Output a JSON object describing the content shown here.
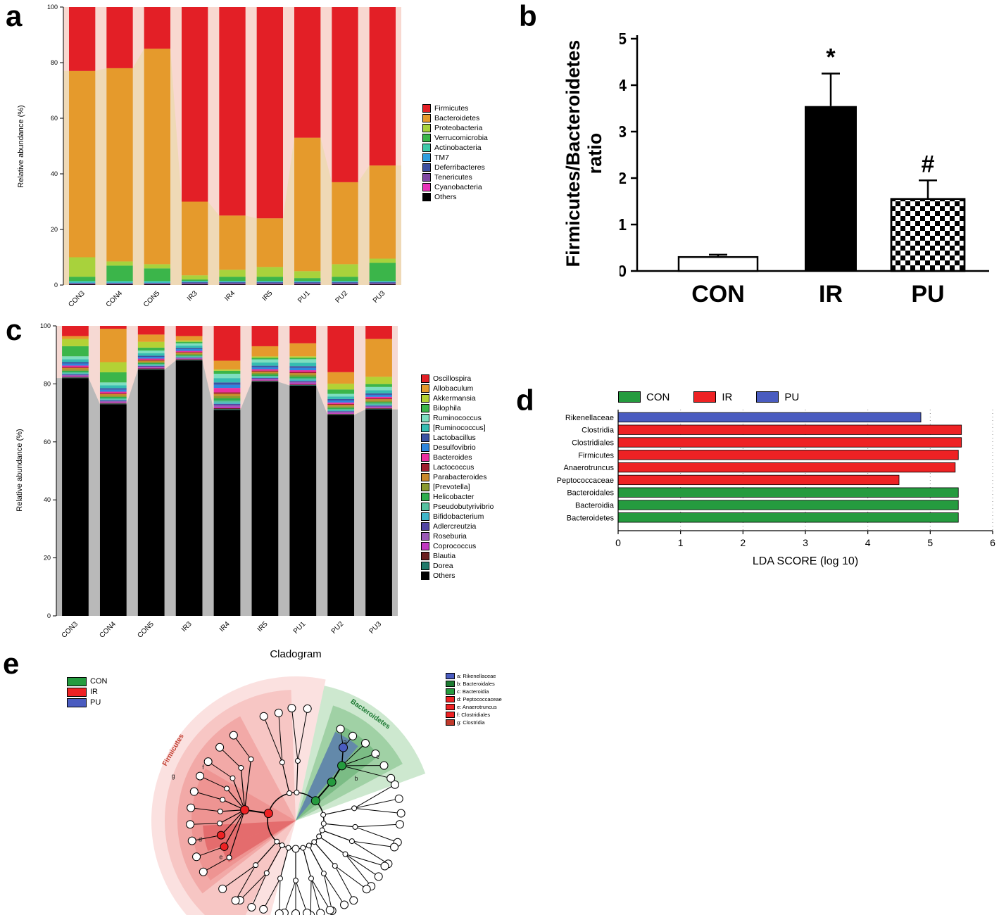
{
  "panel_letters": {
    "a": "a",
    "b": "b",
    "c": "c",
    "d": "d",
    "e": "e"
  },
  "chart_data": [
    {
      "id": "phylum_stacked",
      "type": "bar",
      "stacked": true,
      "ylabel": "Relative abundance (%)",
      "ylim": [
        0,
        100
      ],
      "yticks": [
        0,
        20,
        40,
        60,
        80,
        100
      ],
      "legend_position": "right",
      "grid": false,
      "bg_color": "#f8d8d0",
      "band_mode": "exclude_top",
      "band_color": "#efd9b6",
      "categories": [
        "CON3",
        "CON4",
        "CON5",
        "IR3",
        "IR4",
        "IR5",
        "PU1",
        "PU2",
        "PU3"
      ],
      "series": [
        {
          "name": "Firmicutes",
          "color": "#e31f26",
          "values": [
            23,
            22,
            15,
            70,
            75,
            76,
            47,
            63,
            57
          ]
        },
        {
          "name": "Bacteroidetes",
          "color": "#e59a2c",
          "values": [
            67,
            69.5,
            77.5,
            26.5,
            19.5,
            17.5,
            48,
            29.5,
            33.5
          ]
        },
        {
          "name": "Proteobacteria",
          "color": "#a8d23c",
          "values": [
            7,
            1.5,
            1.5,
            1.5,
            2.5,
            3.5,
            2.5,
            4.5,
            1.5
          ]
        },
        {
          "name": "Verrucomicrobia",
          "color": "#3bb54a",
          "values": [
            1.5,
            5.5,
            4.5,
            0.5,
            1.5,
            1.5,
            1,
            1.5,
            6.5
          ]
        },
        {
          "name": "Actinobacteria",
          "color": "#3fc9a9",
          "values": [
            0.6,
            0.6,
            0.6,
            0.3,
            0.3,
            0.3,
            0.3,
            0.3,
            0.3
          ]
        },
        {
          "name": "TM7",
          "color": "#2f9fe0",
          "values": [
            0.2,
            0.2,
            0.2,
            0.2,
            0.2,
            0.2,
            0.2,
            0.2,
            0.2
          ]
        },
        {
          "name": "Deferribacteres",
          "color": "#3c4fa1",
          "values": [
            0.2,
            0.2,
            0.2,
            0.4,
            0.4,
            0.4,
            0.4,
            0.4,
            0.4
          ]
        },
        {
          "name": "Tenericutes",
          "color": "#8048a3",
          "values": [
            0.1,
            0.1,
            0.1,
            0.2,
            0.2,
            0.2,
            0.2,
            0.2,
            0.2
          ]
        },
        {
          "name": "Cyanobacteria",
          "color": "#e833b8",
          "values": [
            0.1,
            0.1,
            0.1,
            0.1,
            0.1,
            0.1,
            0.1,
            0.1,
            0.1
          ]
        },
        {
          "name": "Others",
          "color": "#000000",
          "values": [
            0.3,
            0.3,
            0.3,
            0.3,
            0.3,
            0.3,
            0.3,
            0.3,
            0.3
          ]
        }
      ]
    },
    {
      "id": "fb_ratio",
      "type": "bar",
      "ylabel": "Firmicutes/Bacteroidetes ratio",
      "ylim": [
        0,
        5
      ],
      "yticks": [
        0,
        1,
        2,
        3,
        4,
        5
      ],
      "categories": [
        "CON",
        "IR",
        "PU"
      ],
      "values": [
        0.3,
        3.55,
        1.55
      ],
      "errors": [
        0.05,
        0.7,
        0.4
      ],
      "annotations": [
        "",
        "*",
        "#"
      ],
      "bar_styles": [
        "white",
        "black",
        "checker"
      ]
    },
    {
      "id": "genus_stacked",
      "type": "bar",
      "stacked": true,
      "ylabel": "Relative abundance (%)",
      "ylim": [
        0,
        100
      ],
      "yticks": [
        0,
        20,
        40,
        60,
        80,
        100
      ],
      "legend_position": "right",
      "grid": false,
      "bg_color": "#f6d9d3",
      "band_mode": "bottom",
      "band_color": "#b9b9b9",
      "categories": [
        "CON3",
        "CON4",
        "CON5",
        "IR3",
        "IR4",
        "IR5",
        "PU1",
        "PU2",
        "PU3"
      ],
      "series": [
        {
          "name": "Oscillospira",
          "color": "#e31f26",
          "values": [
            3.5,
            1.0,
            3.0,
            3.5,
            12,
            7,
            6,
            16,
            4.5
          ]
        },
        {
          "name": "Allobaculum",
          "color": "#e59a2c",
          "values": [
            1.0,
            11.5,
            2.5,
            1.5,
            3,
            3.5,
            4.5,
            4,
            13
          ]
        },
        {
          "name": "Akkermansia",
          "color": "#b3d235",
          "values": [
            2.5,
            3.5,
            2.0,
            0.5,
            0.5,
            0.5,
            0.5,
            2,
            2.5
          ]
        },
        {
          "name": "Bilophila",
          "color": "#3bb54a",
          "values": [
            3.5,
            3.5,
            1.0,
            0.5,
            1,
            0.5,
            0.5,
            1.5,
            1
          ]
        },
        {
          "name": "Ruminococcus",
          "color": "#7ddfc0",
          "values": [
            1.0,
            1.0,
            0.9,
            0.8,
            1.5,
            1.1,
            1.2,
            0.9,
            1.1
          ]
        },
        {
          "name": "[Ruminococcus]",
          "color": "#35bdb2",
          "values": [
            1.0,
            1.0,
            0.9,
            0.8,
            1.5,
            1.1,
            1.2,
            0.9,
            1.1
          ]
        },
        {
          "name": "Lactobacillus",
          "color": "#3a53a4",
          "values": [
            0.5,
            0.5,
            0.4,
            0.4,
            0.8,
            0.5,
            0.6,
            0.5,
            0.5
          ]
        },
        {
          "name": "Desulfovibrio",
          "color": "#2e86de",
          "values": [
            0.7,
            0.7,
            0.6,
            0.6,
            1.1,
            0.7,
            0.8,
            0.7,
            0.7
          ]
        },
        {
          "name": "Bacteroides",
          "color": "#ec2fa0",
          "values": [
            0.5,
            0.5,
            0.4,
            0.4,
            1.5,
            0.5,
            0.6,
            0.5,
            0.5
          ]
        },
        {
          "name": "Lactococcus",
          "color": "#9e1f2e",
          "values": [
            0.3,
            0.3,
            0.3,
            0.2,
            0.5,
            0.3,
            0.4,
            0.3,
            0.3
          ]
        },
        {
          "name": "Parabacteroides",
          "color": "#c98a2b",
          "values": [
            0.5,
            0.5,
            0.4,
            0.4,
            0.8,
            0.5,
            0.6,
            0.5,
            0.5
          ]
        },
        {
          "name": "[Prevotella]",
          "color": "#8a9a2f",
          "values": [
            0.5,
            0.5,
            0.4,
            0.4,
            0.8,
            0.5,
            0.6,
            0.5,
            0.5
          ]
        },
        {
          "name": "Helicobacter",
          "color": "#2eae4e",
          "values": [
            0.5,
            0.5,
            0.4,
            0.4,
            0.8,
            0.5,
            0.6,
            0.5,
            0.5
          ]
        },
        {
          "name": "Pseudobutyrivibrio",
          "color": "#55c1a0",
          "values": [
            0.4,
            0.4,
            0.3,
            0.3,
            0.6,
            0.4,
            0.5,
            0.4,
            0.4
          ]
        },
        {
          "name": "Bifidobacterium",
          "color": "#3fb6c9",
          "values": [
            0.3,
            0.3,
            0.3,
            0.2,
            0.5,
            0.3,
            0.4,
            0.3,
            0.3
          ]
        },
        {
          "name": "Adlercreutzia",
          "color": "#5246a3",
          "values": [
            0.3,
            0.3,
            0.3,
            0.2,
            0.5,
            0.3,
            0.4,
            0.3,
            0.3
          ]
        },
        {
          "name": "Roseburia",
          "color": "#9b59b6",
          "values": [
            0.3,
            0.3,
            0.3,
            0.2,
            0.5,
            0.3,
            0.4,
            0.3,
            0.3
          ]
        },
        {
          "name": "Coprococcus",
          "color": "#c13ac1",
          "values": [
            0.3,
            0.3,
            0.3,
            0.2,
            0.5,
            0.3,
            0.4,
            0.3,
            0.3
          ]
        },
        {
          "name": "Blautia",
          "color": "#6b1f1f",
          "values": [
            0.2,
            0.2,
            0.2,
            0.2,
            0.3,
            0.2,
            0.2,
            0.2,
            0.2
          ]
        },
        {
          "name": "Dorea",
          "color": "#1f7a6b",
          "values": [
            0.2,
            0.2,
            0.2,
            0.2,
            0.3,
            0.2,
            0.2,
            0.2,
            0.2
          ]
        },
        {
          "name": "Others",
          "color": "#000000",
          "values": [
            82,
            73,
            85,
            88,
            71,
            80.5,
            79.5,
            69.5,
            71
          ]
        }
      ]
    },
    {
      "id": "lda_scores",
      "type": "bar",
      "orientation": "horizontal",
      "xlabel": "LDA SCORE (log 10)",
      "xlim": [
        0,
        6
      ],
      "xticks": [
        0,
        1,
        2,
        3,
        4,
        5,
        6
      ],
      "categories": [
        "Rikenellaceae",
        "Clostridia",
        "Clostridiales",
        "Firmicutes",
        "Anaerotruncus",
        "Peptococcaceae",
        "Bacteroidales",
        "Bacteroidia",
        "Bacteroidetes"
      ],
      "values": [
        4.85,
        5.5,
        5.5,
        5.45,
        5.4,
        4.5,
        5.45,
        5.45,
        5.45
      ],
      "groups": [
        "PU",
        "IR",
        "IR",
        "IR",
        "IR",
        "IR",
        "CON",
        "CON",
        "CON"
      ],
      "group_colors": {
        "CON": "#259b3f",
        "IR": "#ee2224",
        "PU": "#4a5cc0"
      },
      "legend": [
        "CON",
        "IR",
        "PU"
      ]
    },
    {
      "id": "cladogram",
      "type": "cladogram",
      "title": "Cladogram",
      "legend": [
        {
          "label": "CON",
          "color": "#259b3f"
        },
        {
          "label": "IR",
          "color": "#ee2224"
        },
        {
          "label": "PU",
          "color": "#4a5cc0"
        }
      ],
      "sector_labels": [
        {
          "label": "Firmicutes",
          "color": "#c0392b"
        },
        {
          "label": "Bacteroidetes",
          "color": "#1e7a34"
        }
      ],
      "taxa_legend": [
        {
          "key": "a",
          "label": "Rikenellaceae",
          "color": "#4a5cc0"
        },
        {
          "key": "b",
          "label": "Bacteroidales",
          "color": "#1d7a31"
        },
        {
          "key": "c",
          "label": "Bacteroidia",
          "color": "#259b3f"
        },
        {
          "key": "d",
          "label": "Peptococcaceae",
          "color": "#ee2224"
        },
        {
          "key": "e",
          "label": "Anaerotruncus",
          "color": "#ee2224"
        },
        {
          "key": "f",
          "label": "Clostridiales",
          "color": "#ee2224"
        },
        {
          "key": "g",
          "label": "Clostridia",
          "color": "#c0392b"
        }
      ]
    }
  ]
}
